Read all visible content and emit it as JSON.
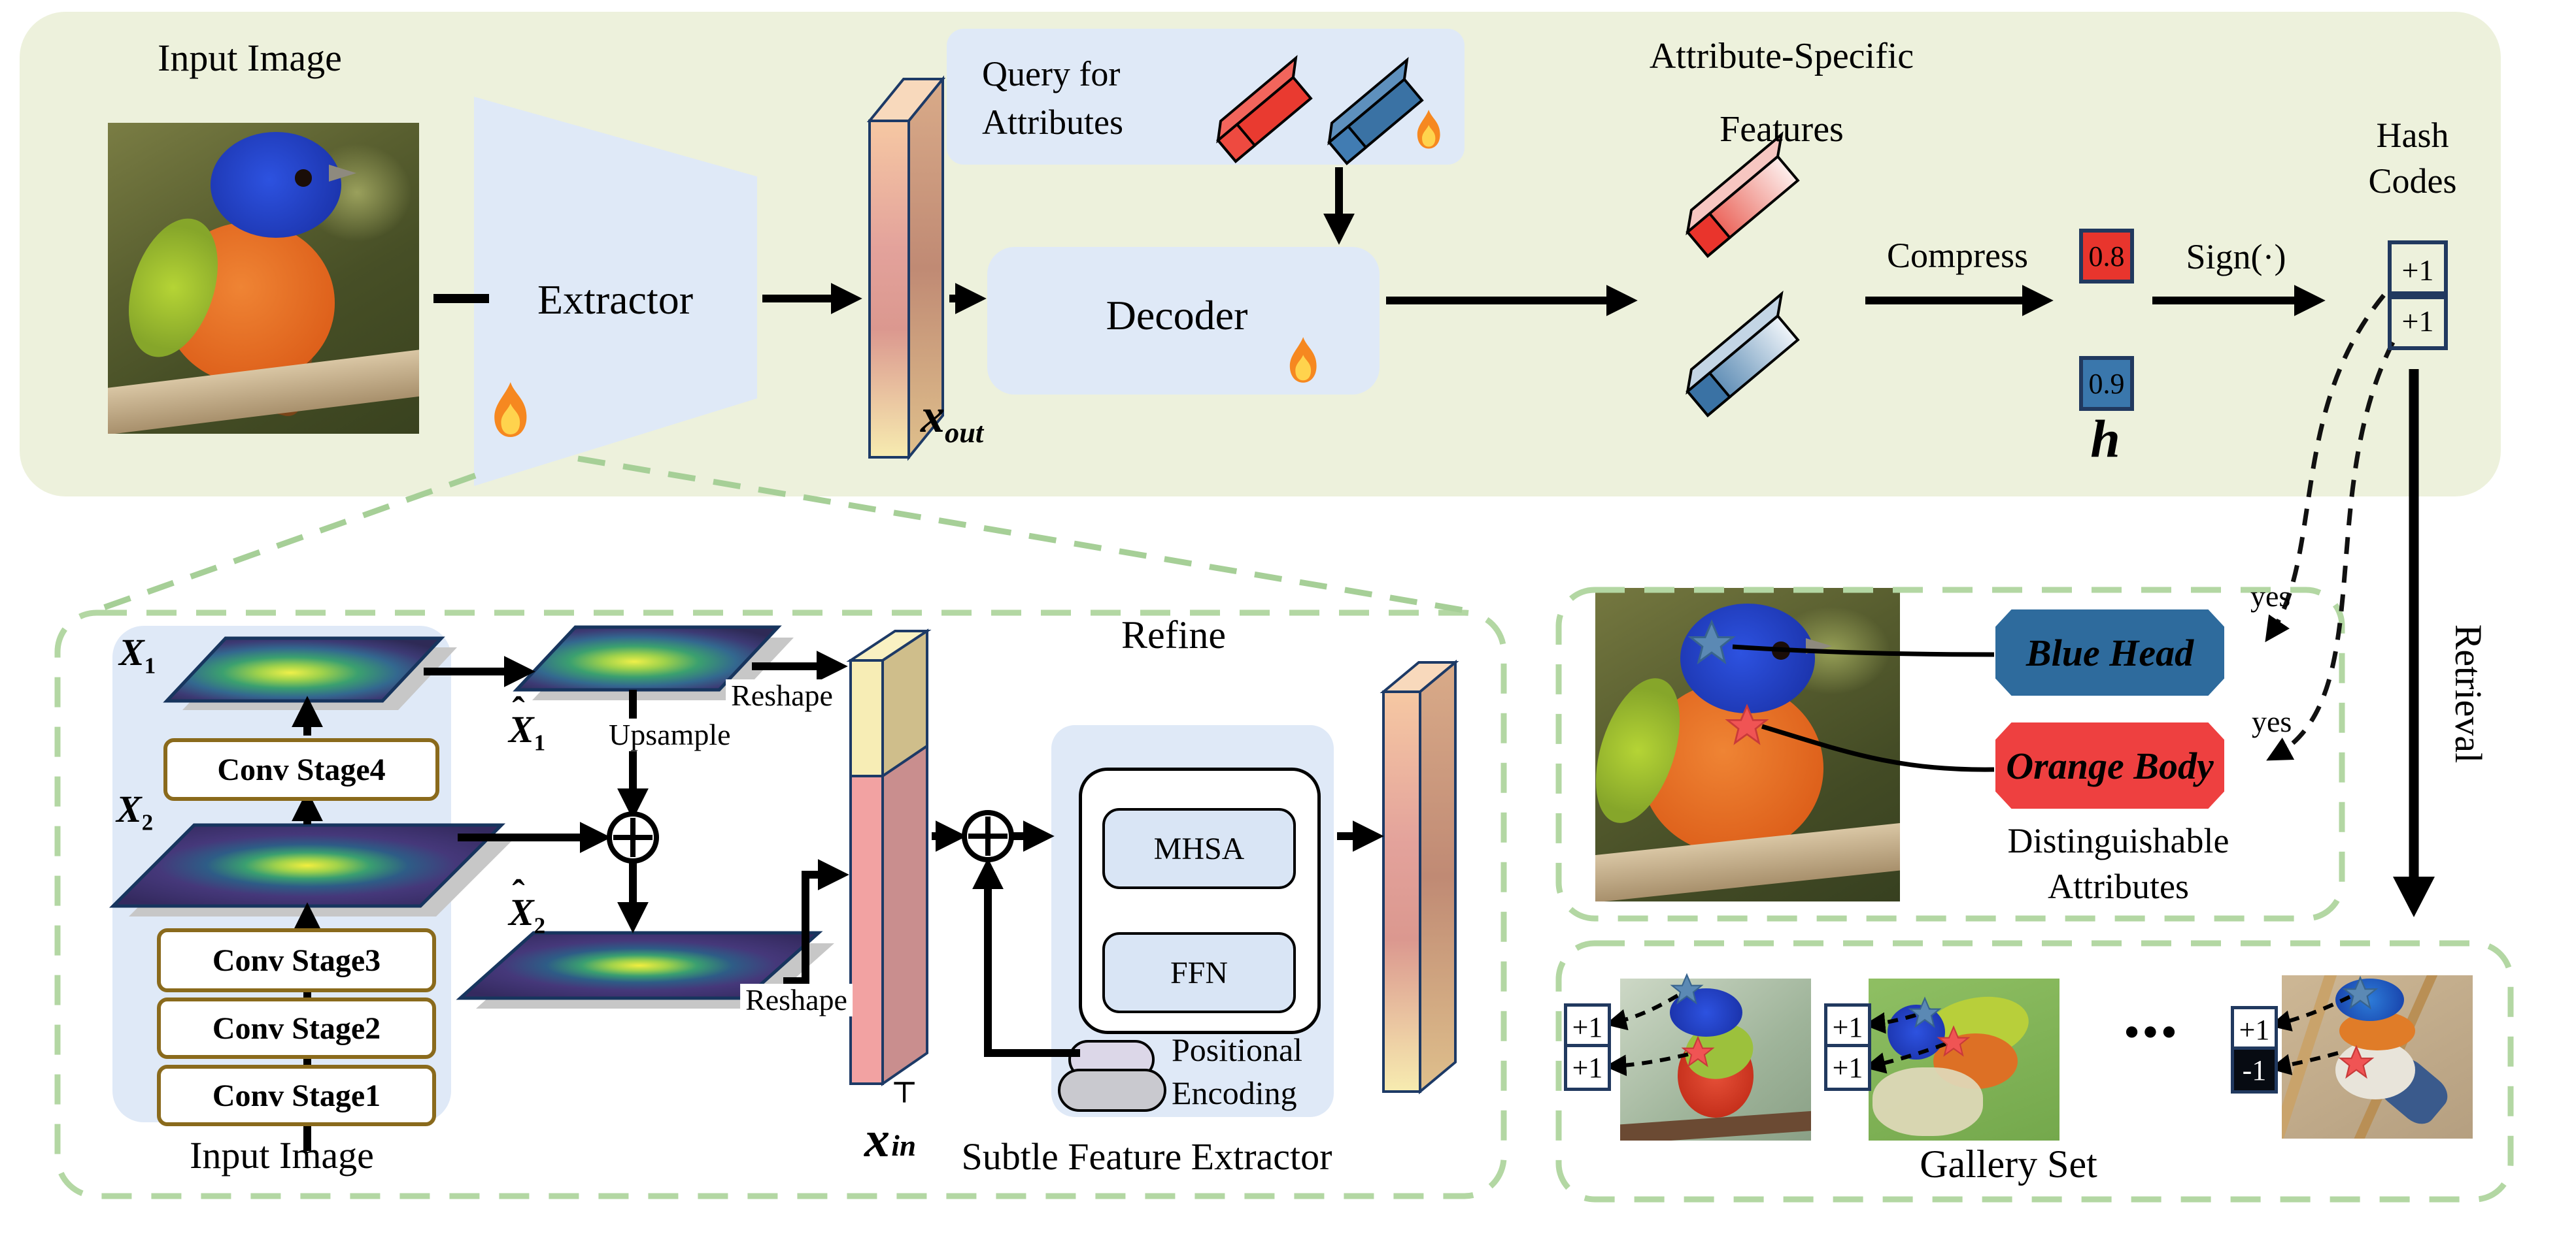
{
  "figure": {
    "kind": "model architecture diagram"
  },
  "colors": {
    "band_bg": "#edf1dc",
    "box_blue": "#dfe9f7",
    "navy_outline": "#21395f",
    "red": "#e93a30",
    "steel_blue": "#3a72a4",
    "tag_blue": "#2e6b9d",
    "tag_red": "#ee4040",
    "conv_border": "#8a6a1c",
    "green_dash": "#b3d7a3"
  },
  "top": {
    "input_image_label": "Input Image",
    "extractor_label": "Extractor",
    "x_out": {
      "base": "x",
      "sub": "out"
    },
    "query_box": {
      "line1": "Query for",
      "line2": "Attributes"
    },
    "decoder_label": "Decoder",
    "features_title": {
      "line1": "Attribute-Specific",
      "line2": "Features"
    },
    "compress_label": "Compress",
    "h_values": {
      "top": "0.8",
      "bottom": "0.9"
    },
    "h_label": "h",
    "sign_label": "Sign(·)",
    "hash_codes": {
      "line1": "Hash",
      "line2": "Codes",
      "bits": [
        "+1",
        "+1"
      ]
    }
  },
  "extractor_detail": {
    "caption": "Subtle Feature Extractor",
    "input_caption": "Input Image",
    "conv_stages": [
      "Conv Stage1",
      "Conv Stage2",
      "Conv Stage3",
      "Conv Stage4"
    ],
    "x1": {
      "base": "X",
      "sub": "1"
    },
    "x2": {
      "base": "X",
      "sub": "2"
    },
    "x1_hat": {
      "hat": "ˆ",
      "base": "X",
      "sub": "1"
    },
    "x2_hat": {
      "hat": "ˆ",
      "base": "X",
      "sub": "2"
    },
    "upsample_label": "Upsample",
    "reshape_top": "Reshape",
    "reshape_bottom": "Reshape",
    "x_in": {
      "base": "x",
      "sup": "⊤",
      "sub": "in"
    },
    "refine": {
      "title": "Refine",
      "mhsa": "MHSA",
      "ffn": "FFN",
      "positional": {
        "line1": "Positional",
        "line2": "Encoding"
      }
    }
  },
  "attributes_panel": {
    "tags": [
      {
        "label": "Blue Head",
        "decision": "yes",
        "color": "#2e6b9d"
      },
      {
        "label": "Orange Body",
        "decision": "yes",
        "color": "#ee4040"
      }
    ],
    "caption": {
      "line1": "Distinguishable",
      "line2": "Attributes"
    }
  },
  "retrieval_label": "Retrieval",
  "gallery": {
    "title": "Gallery Set",
    "ellipsis": "•••",
    "codes": [
      [
        "+1",
        "+1"
      ],
      [
        "+1",
        "+1"
      ],
      [
        "+1",
        "-1"
      ]
    ]
  }
}
